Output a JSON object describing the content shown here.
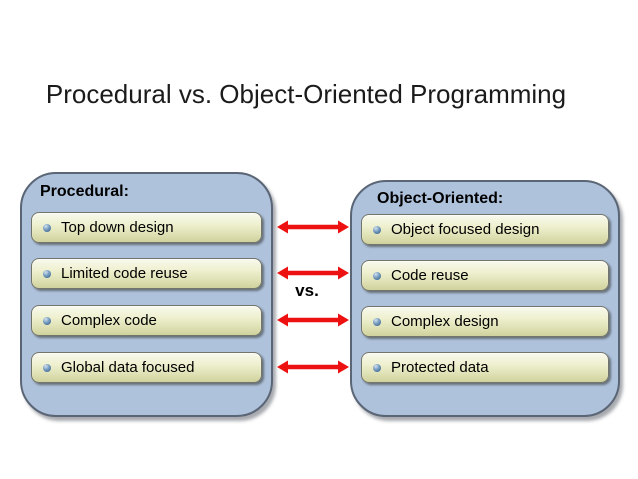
{
  "title": "Procedural vs. Object-Oriented Programming",
  "vs_label": "vs.",
  "panels": {
    "left": {
      "header": "Procedural:",
      "items": [
        "Top down design",
        "Limited code reuse",
        "Complex code",
        "Global data focused"
      ]
    },
    "right": {
      "header": "Object-Oriented:",
      "items": [
        "Object focused design",
        "Code reuse",
        "Complex design",
        "Protected data"
      ]
    }
  },
  "icons": {
    "bullet": "sphere-bullet-icon",
    "arrow": "double-headed-arrow-icon"
  },
  "colors": {
    "arrow_red": "#ee1111",
    "panel_fill": "#aec2dc",
    "panel_border": "#5a6575",
    "pill_fill_top": "#f8f9ec",
    "pill_fill_bottom": "#cfd29d",
    "bullet_blue": "#446f99",
    "title_text": "#1b1b1b"
  }
}
